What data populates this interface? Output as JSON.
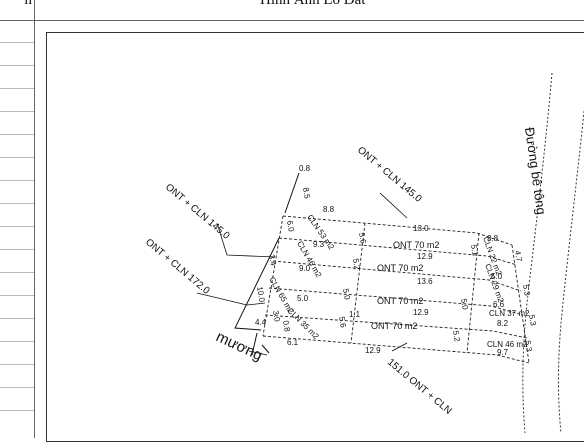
{
  "header": {
    "left_text": "n",
    "title": "Hình Ảnh Lô Đất"
  },
  "map": {
    "road_label": "Đường bê tông",
    "canal_label": "mương",
    "zone_labels": {
      "top": "ONT + CLN 145.0",
      "left_upper": "ONT + CLN 145.0",
      "left_lower": "ONT + CLN 172.0",
      "bottom": "151.0 ONT + CLN"
    },
    "plots": {
      "p1_ont": "ONT 70 m2",
      "p1_cln_left": "CLN 53 m2",
      "p1_cln_right": "CLN 22 m2",
      "p2_ont": "ONT 70 m2",
      "p2_cln_left": "CLN 46 m2",
      "p2_cln_right": "CLN 29 m2",
      "p3_ont": "ONT 70 m2",
      "p3_cln_left": "CLN 65 m2",
      "p3_cln_right": "CLN 37 m2",
      "p4_ont": "ONT 70 m2",
      "p4_cln_left": "CLN 35 m2",
      "p4_cln_right": "CLN 46 m2"
    },
    "dimensions": {
      "d_08": "0.8",
      "d_85": "8.5",
      "d_88": "8.8",
      "d_130": "13.0",
      "d_38": "3.8",
      "d_60": "6.0",
      "d_93": "9.3",
      "d_56a": "5.6",
      "d_129a": "12.9",
      "d_51": "5.1",
      "d_34": "3.4",
      "d_90": "9.0",
      "d_52a": "5.2",
      "d_136": "13.6",
      "d_50a": "5.0",
      "d_53a": "5.3",
      "d_50b": "5.0",
      "d_50c": "5.0",
      "d_66": "6.6",
      "d_100": "10.0",
      "d_11": "1.1",
      "d_129b": "12.9",
      "d_50d": "5.0",
      "d_82": "8.2",
      "d_53b": "5.3",
      "d_44": "4.4",
      "d_30": "3.0",
      "d_08b": "0.8",
      "d_56b": "5.6",
      "d_61": "6.1",
      "d_129c": "12.9",
      "d_52b": "5.2",
      "d_97": "9.7",
      "d_53c": "5.3",
      "d_47": "4.7"
    }
  }
}
